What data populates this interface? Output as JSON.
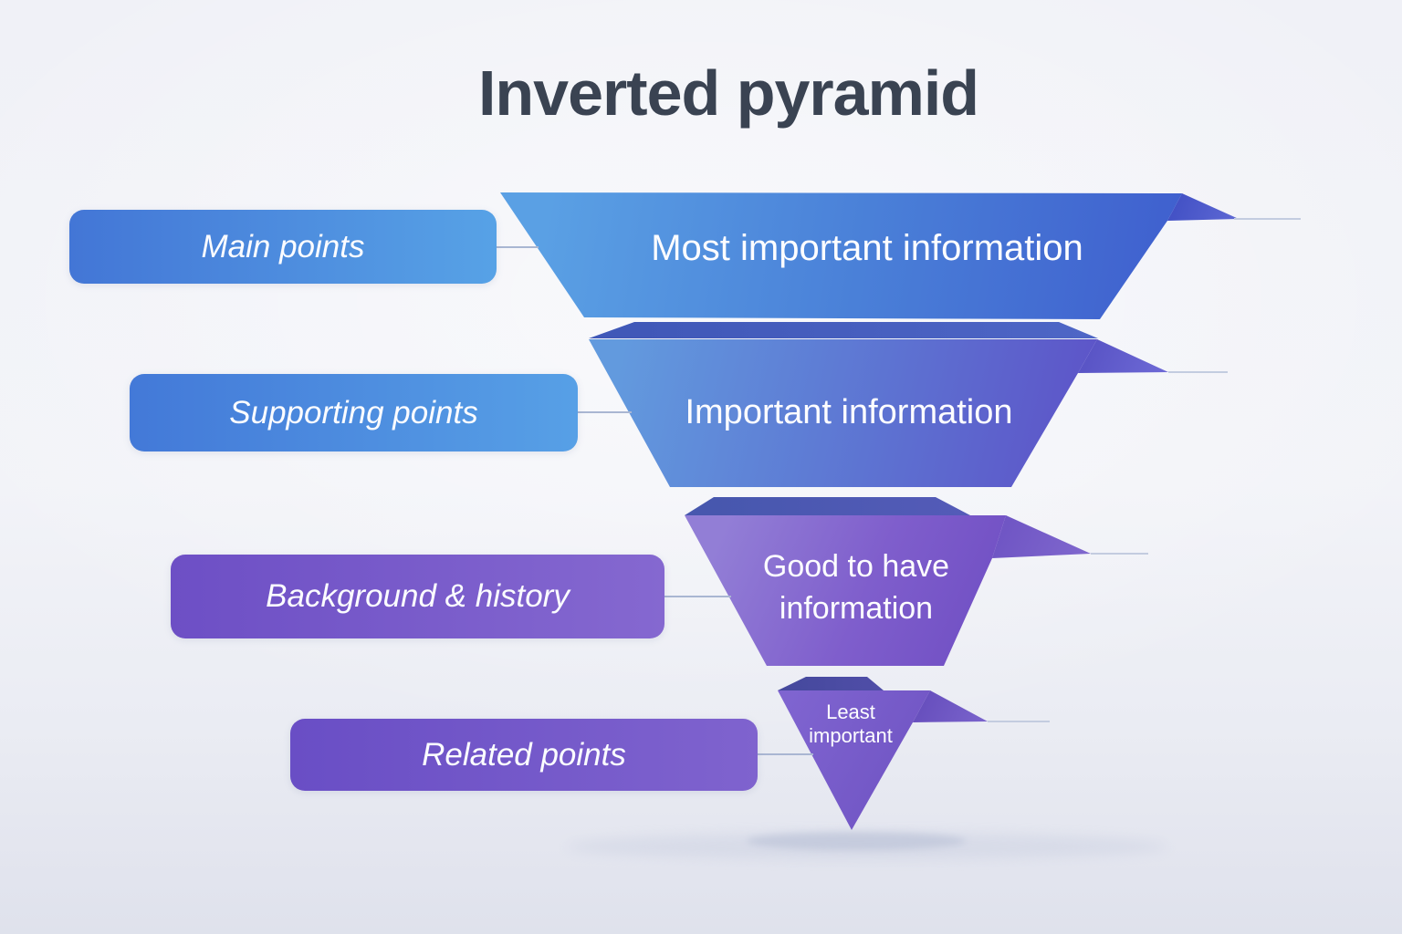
{
  "title": "Inverted pyramid",
  "side_labels": [
    {
      "text": "Main points",
      "color_start": "#4376d6",
      "color_end": "#57a2e6"
    },
    {
      "text": "Supporting points",
      "color_start": "#4379d8",
      "color_end": "#57a0e6"
    },
    {
      "text": "Background & history",
      "color_start": "#6d4fc5",
      "color_end": "#8568d0"
    },
    {
      "text": "Related points",
      "color_start": "#694ec5",
      "color_end": "#7f63ce"
    }
  ],
  "funnel_segments": [
    {
      "text": "Most important information",
      "color_start": "#5aa0e4",
      "color_end": "#3f5fce"
    },
    {
      "text": "Important information",
      "color_start": "#629ade",
      "color_end": "#5d54c8"
    },
    {
      "text": "Good to have information",
      "color_start": "#927ed6",
      "color_end": "#7150c4"
    },
    {
      "text": "Least important",
      "color_start": "#7f64d0",
      "color_end": "#6c50c0"
    }
  ],
  "colors": {
    "background": "#f1f2f8",
    "title_text": "#3a4352",
    "funnel_text": "#ffffff",
    "label_text": "#ffffff",
    "connector_line": "#a9b6d2"
  }
}
